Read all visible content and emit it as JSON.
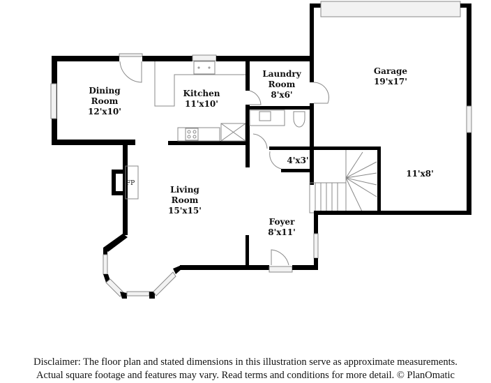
{
  "floorplan": {
    "rooms": [
      {
        "id": "dining",
        "name_line1": "Dining",
        "name_line2": "Room",
        "dims": "12'x10'"
      },
      {
        "id": "kitchen",
        "name_line1": "Kitchen",
        "dims": "11'x10'"
      },
      {
        "id": "laundry",
        "name_line1": "Laundry",
        "name_line2": "Room",
        "dims": "8'x6'"
      },
      {
        "id": "garage",
        "name_line1": "Garage",
        "dims": "19'x17'"
      },
      {
        "id": "closet",
        "dims": "4'x3'"
      },
      {
        "id": "storage",
        "dims": "11'x8'"
      },
      {
        "id": "living",
        "name_line1": "Living",
        "name_line2": "Room",
        "dims": "15'x15'"
      },
      {
        "id": "foyer",
        "name_line1": "Foyer",
        "dims": "8'x11'"
      },
      {
        "id": "fireplace",
        "dims": "FP"
      }
    ]
  },
  "disclaimer": {
    "line1": "Disclaimer: The floor plan and stated dimensions in this illustration serve as approximate measurements.",
    "line2": "Actual square footage and features may vary. Read terms and conditions for more detail. © PlanOmatic"
  }
}
